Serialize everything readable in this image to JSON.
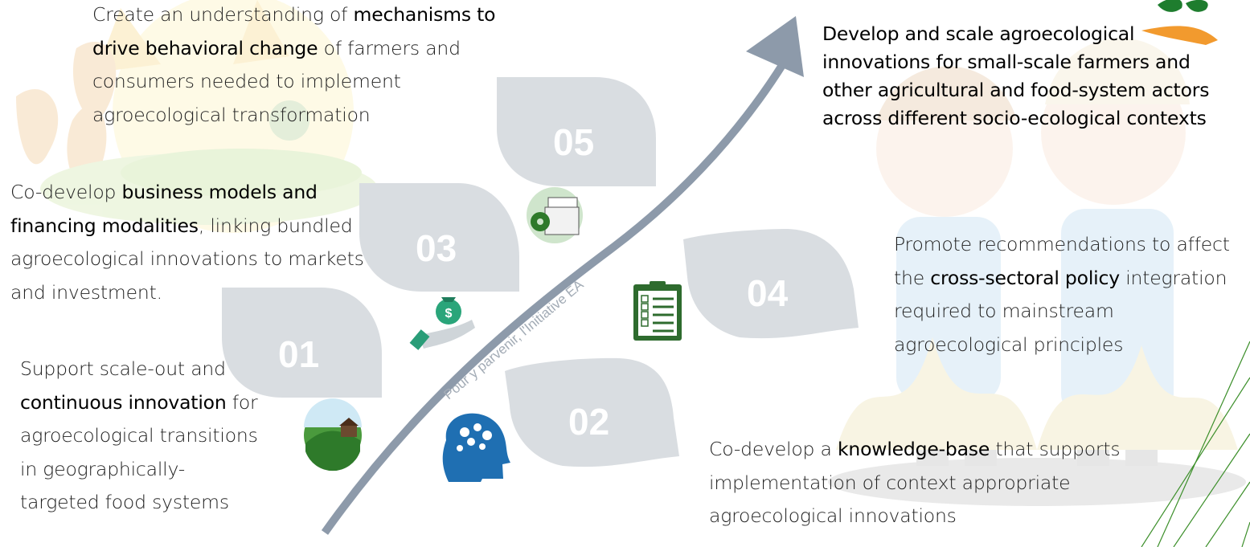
{
  "arrow_label": "Pour y parvenir, l'Initiative EA",
  "steps": [
    {
      "number": "01"
    },
    {
      "number": "02"
    },
    {
      "number": "03"
    },
    {
      "number": "04"
    },
    {
      "number": "05"
    }
  ],
  "texts": {
    "t_mech": {
      "a": "Create an understanding of ",
      "b": "mechanisms to drive behavioral change",
      "c": " of farmers and consumers needed to implement agroecological transformation"
    },
    "t_business": {
      "a": "Co-develop ",
      "b": "business models and financing modalities",
      "c": ", linking bundled agroecological innovations to markets and investment."
    },
    "t_support": {
      "a": "Support scale-out and ",
      "b": "continuous innovation",
      "c": " for agroecological transitions in geographically-targeted food systems"
    },
    "t_develop": {
      "a": "Develop and scale agroecological innovations for small-scale farmers and other agricultural and food-system actors across different socio-ecological contexts"
    },
    "t_promote": {
      "a": "Promote recommendations to affect the ",
      "b": "cross-sectoral policy",
      "c": " integration required to mainstream agroecological principles"
    },
    "t_knowledge": {
      "a": "Co-develop a ",
      "b": "knowledge-base",
      "c": " that supports implementation of context appropriate agroecological innovations"
    }
  },
  "colors": {
    "arrow": "#8d9aaa",
    "leaf": "#d9dde1",
    "icon_green": "#2e6b2e",
    "label": "#9aa3ad"
  }
}
